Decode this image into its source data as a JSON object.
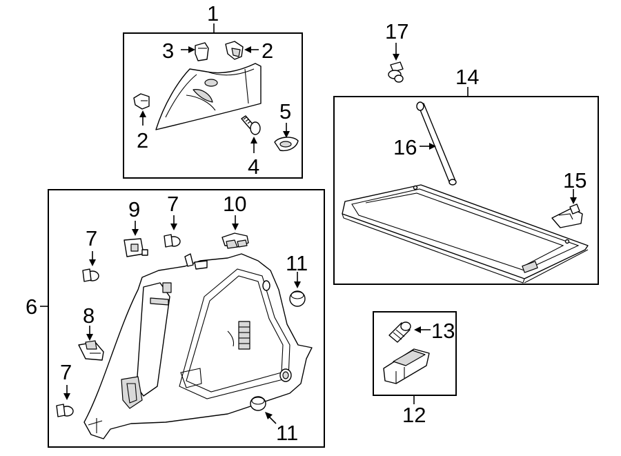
{
  "callouts": {
    "c1": "1",
    "c2a": "2",
    "c2b": "2",
    "c3": "3",
    "c4": "4",
    "c5": "5",
    "c6": "6",
    "c7a": "7",
    "c7b": "7",
    "c7c": "7",
    "c8": "8",
    "c9": "9",
    "c10": "10",
    "c11a": "11",
    "c11b": "11",
    "c12": "12",
    "c13": "13",
    "c14": "14",
    "c15": "15",
    "c16": "16",
    "c17": "17"
  }
}
